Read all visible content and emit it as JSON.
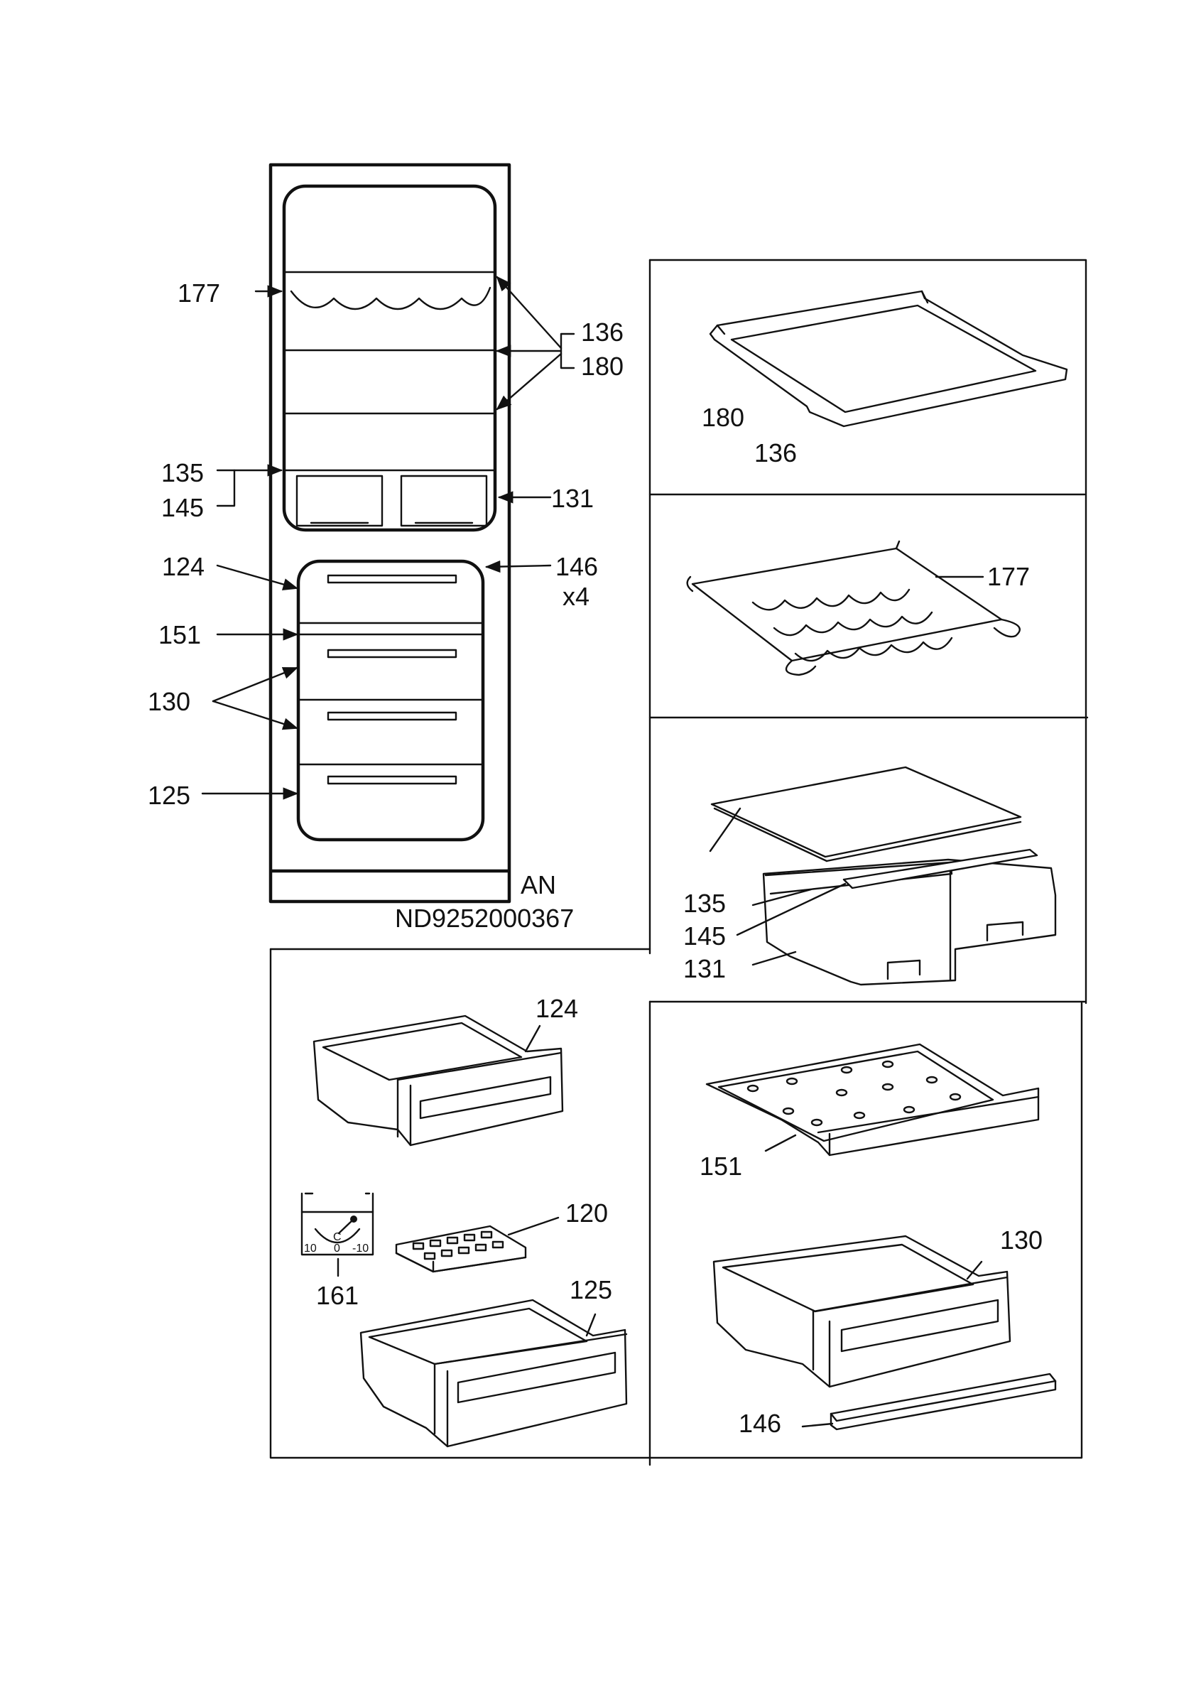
{
  "overview": {
    "callouts": {
      "c177": "177",
      "c136": "136",
      "c180": "180",
      "c135": "135",
      "c145": "145",
      "c131": "131",
      "c124": "124",
      "c146": "146",
      "c146qty": "x4",
      "c151": "151",
      "c130": "130",
      "c125": "125"
    },
    "model_code": "AN",
    "drawing_number": "ND9252000367"
  },
  "panels": {
    "shelf": {
      "labels": [
        "180",
        "136"
      ]
    },
    "wine_rack": {
      "label": "177"
    },
    "crisper_assembly": {
      "labels": [
        "135",
        "145",
        "131"
      ]
    },
    "freezer_top": {
      "label": "151"
    },
    "freezer_drawer": {
      "label": "130"
    },
    "strip": {
      "label": "146"
    },
    "upper_drawer": {
      "label": "124"
    },
    "ice_tray": {
      "label": "120"
    },
    "thermostat": {
      "label": "161",
      "unit": "C",
      "scale": [
        "10",
        "0",
        "-10"
      ]
    },
    "bottom_drawer": {
      "label": "125"
    }
  }
}
